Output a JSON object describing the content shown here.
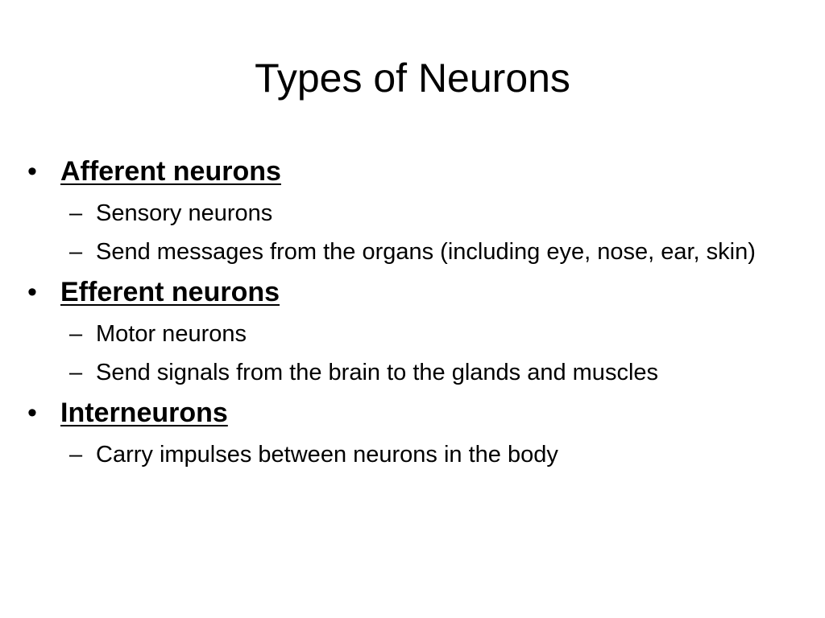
{
  "slide": {
    "title": "Types of Neurons",
    "bullet_marker": "•",
    "sub_marker": "–",
    "sections": [
      {
        "heading": "Afferent neurons",
        "items": [
          "Sensory neurons",
          "Send messages from the organs (including eye, nose, ear, skin)"
        ]
      },
      {
        "heading": "Efferent neurons",
        "items": [
          "Motor neurons",
          "Send signals from the brain to the glands and muscles"
        ]
      },
      {
        "heading": "Interneurons",
        "items": [
          "Carry impulses between neurons in the body"
        ]
      }
    ]
  }
}
